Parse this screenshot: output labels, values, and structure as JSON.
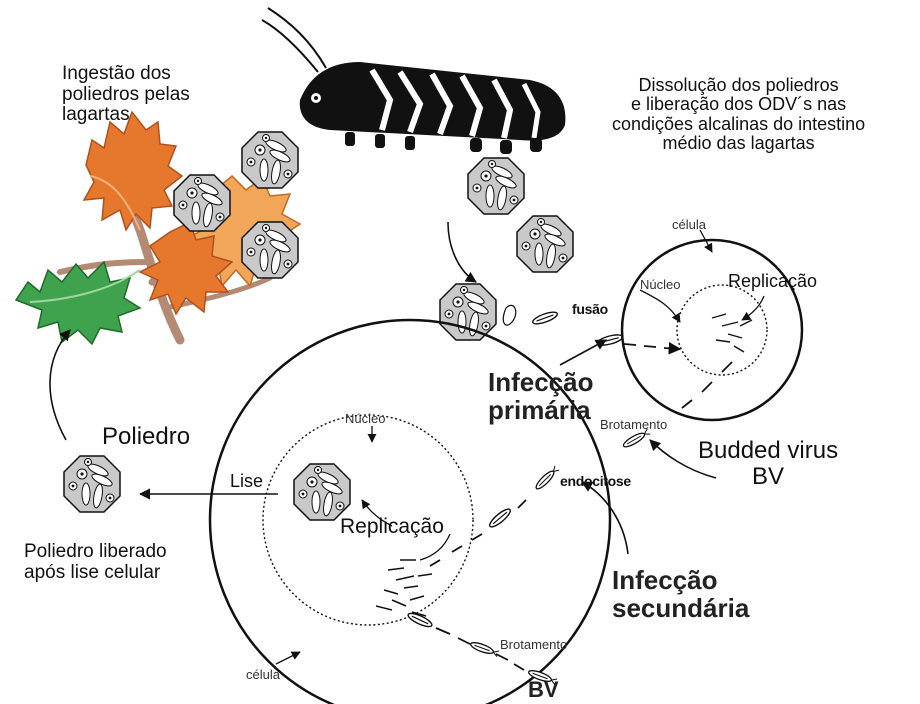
{
  "labels": {
    "ingestao": [
      "Ingestão dos",
      "poliedros pelas",
      "lagartas"
    ],
    "dissolucao": [
      "Dissolução dos poliedros",
      "e liberação dos ODV´s nas",
      "condições alcalinas do intestino",
      "médio das lagartas"
    ],
    "celula_top": "célula",
    "nucleo_top": "Núcleo",
    "replicacao_top": "Replicação",
    "fusao": "fusão",
    "infeccao_primaria": [
      "Infecção",
      "primária"
    ],
    "brotamento_top": "Brotamento",
    "budded_virus": [
      "Budded virus",
      "BV"
    ],
    "endocitose": "endocitose",
    "poliedro": "Poliedro",
    "nucleo_bottom": "Núcleo",
    "lise": "Lise",
    "replicacao_bottom": "Replicação",
    "poliedro_liberado": [
      "Poliedro liberado",
      "após lise celular"
    ],
    "infeccao_secundaria": [
      "Infecção",
      "secundária"
    ],
    "celula_bottom": "célula",
    "brotamento_bottom": "Brotamento",
    "bv_bottom": "BV"
  },
  "colors": {
    "leaf_orange": "#e5782c",
    "leaf_light_orange": "#f2a65a",
    "leaf_green": "#3fa34d",
    "stem": "#b58a74",
    "polyhedron_fill": "#c9c9c9",
    "ink": "#111111"
  }
}
